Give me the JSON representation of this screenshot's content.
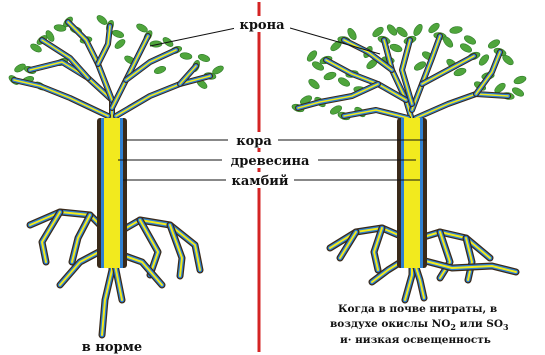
{
  "labels": {
    "crown": "крона",
    "bark": "кора",
    "wood": "древесина",
    "cambium": "камбий",
    "normal": "в норме",
    "stress": {
      "line1": "Когда в почве нитраты,  в",
      "line2_text": "воздухе окислы  NO",
      "line2_sub1": "2",
      "line2_mid": " или SO",
      "line2_sub2": "3",
      "line3": "и· низкая освещенность"
    }
  },
  "colors": {
    "divider": "#d42424",
    "bark": "#3a2a1a",
    "cambium": "#2f7fd0",
    "wood": "#f2ea1e",
    "leaf": "#4fa53c",
    "leaf_dark": "#2f7a2a"
  },
  "icons": {
    "leaf": "leaf-icon"
  }
}
